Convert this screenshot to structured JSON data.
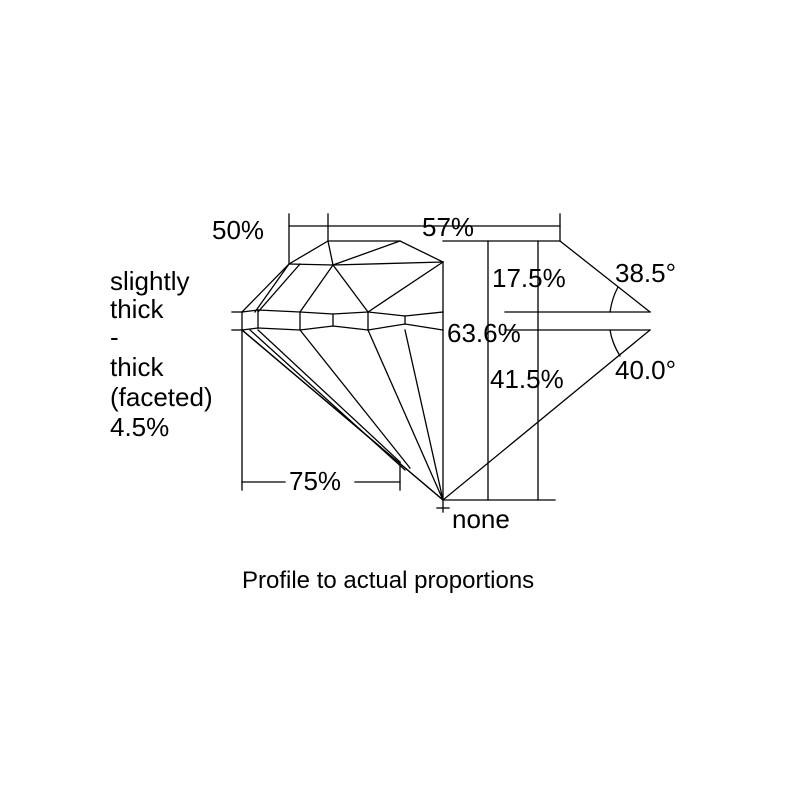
{
  "diagram": {
    "measurements": {
      "crown_height_pct": "50%",
      "table_pct": "57%",
      "crown_depth_pct": "17.5%",
      "crown_angle": "38.5°",
      "total_depth_pct": "63.6%",
      "pavilion_depth_pct": "41.5%",
      "pavilion_angle": "40.0°",
      "lower_half_pct": "75%",
      "culet": "none"
    },
    "girdle": {
      "lines": [
        "slightly",
        "thick",
        "-",
        "thick",
        "(faceted)",
        "4.5%"
      ]
    },
    "caption": "Profile to actual proportions"
  }
}
